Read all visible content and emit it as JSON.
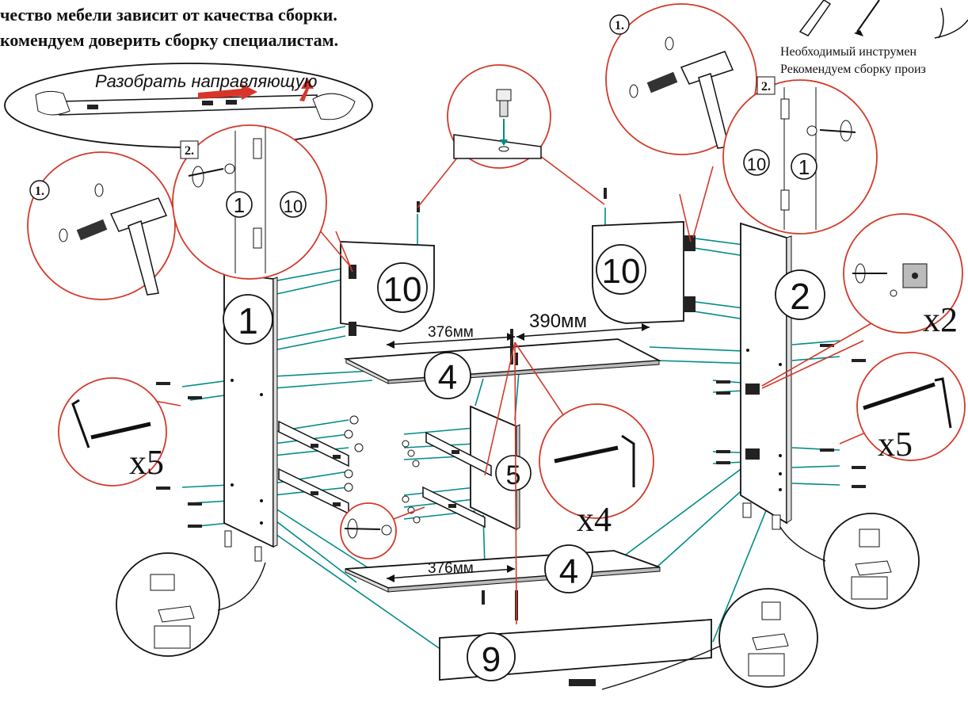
{
  "header": {
    "line1": "чество мебели зависит от качества сборки.",
    "line2": "комендуем доверить сборку специалистам."
  },
  "tools_note": {
    "line1": "Необходимый инструмен",
    "line2": "Рекомендуем сборку произ"
  },
  "callout_guide": "Разобрать направляющую",
  "steps": {
    "step1": "1.",
    "step2": "2."
  },
  "parts": {
    "p1": "1",
    "p2": "2",
    "p4": "4",
    "p5": "5",
    "p9": "9",
    "p10": "10"
  },
  "dims": {
    "d376": "376мм",
    "d390": "390мм"
  },
  "quantities": {
    "x5": "x5",
    "x2": "x2",
    "x4": "x4"
  },
  "colors": {
    "line": "#111111",
    "leader": "#008c87",
    "callout": "#d23a2a",
    "arrow": "#d8352a"
  }
}
